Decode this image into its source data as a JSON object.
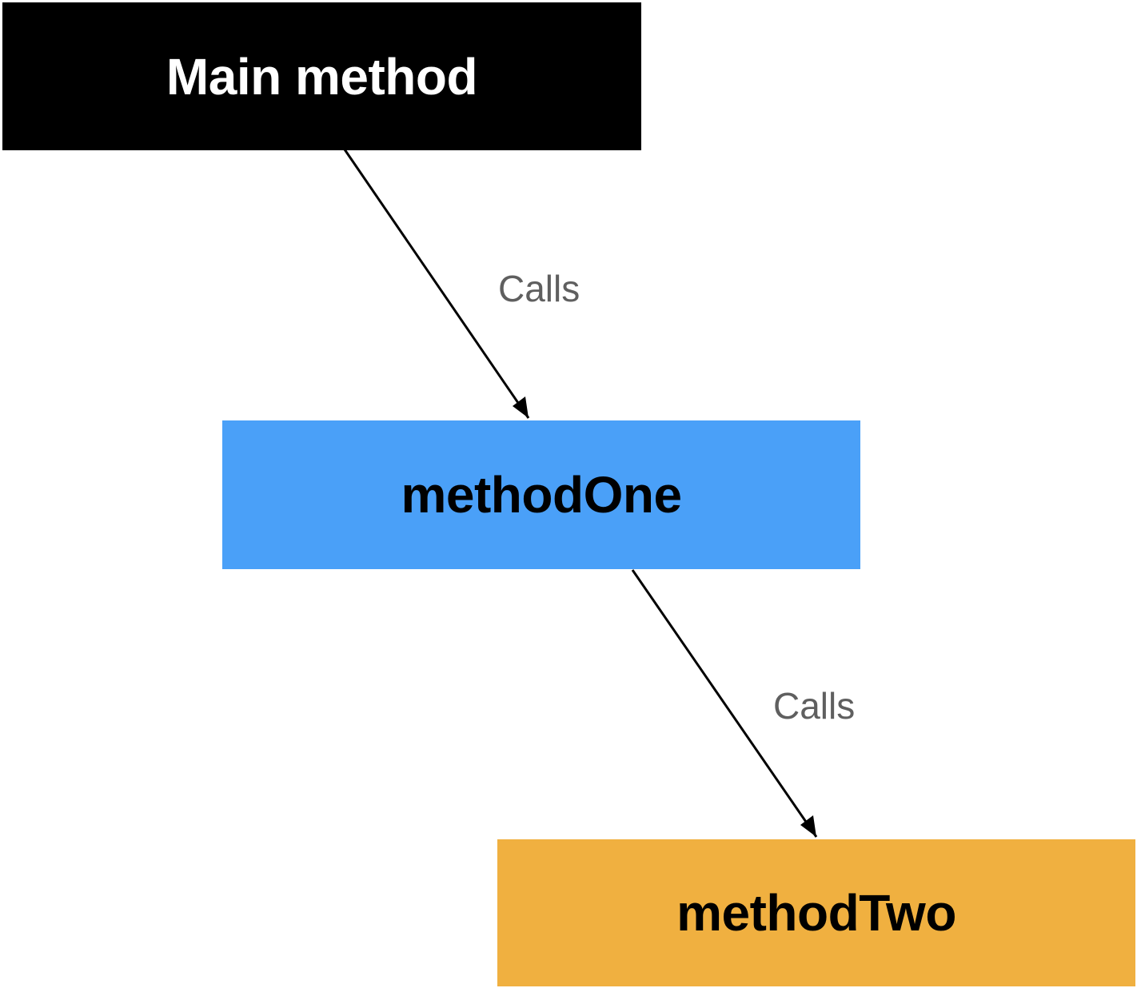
{
  "nodes": [
    {
      "id": "main",
      "label": "Main method",
      "fill": "#000000",
      "text_color": "#ffffff"
    },
    {
      "id": "one",
      "label": "methodOne",
      "fill": "#4aa0f8",
      "text_color": "#000000"
    },
    {
      "id": "two",
      "label": "methodTwo",
      "fill": "#f0b040",
      "text_color": "#000000"
    }
  ],
  "edges": [
    {
      "from": "main",
      "to": "one",
      "label": "Calls"
    },
    {
      "from": "one",
      "to": "two",
      "label": "Calls"
    }
  ],
  "colors": {
    "edge_line": "#000000",
    "edge_label": "#5f5f5f",
    "background": "#ffffff"
  }
}
